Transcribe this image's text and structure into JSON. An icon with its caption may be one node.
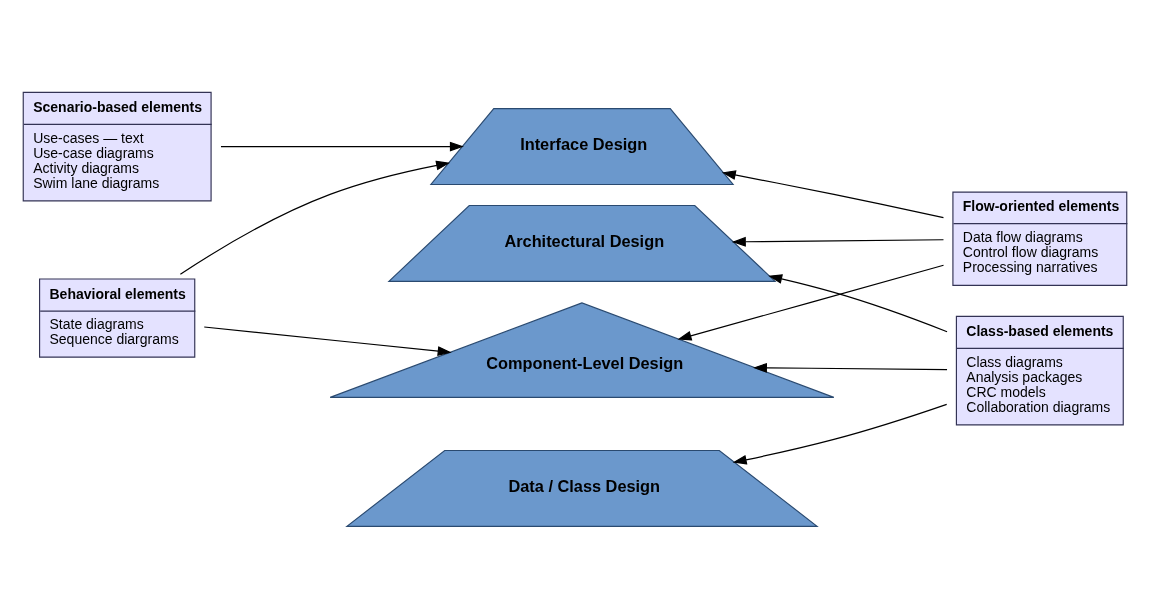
{
  "diagram": {
    "nodes": [
      {
        "text": [
          "Behavioral elements",
          "State diagrams",
          "Sequence diargrams"
        ]
      },
      {
        "text": [
          "Scenario-based elements",
          "Use-cases — text",
          "Use-case diagrams",
          "Activity diagrams",
          "Swim lane diagrams"
        ]
      },
      {
        "text": [
          "Component-Level Design"
        ]
      },
      {
        "text": [
          "Interface Design"
        ]
      },
      {
        "text": [
          "Architectural Design"
        ]
      },
      {
        "text": [
          "Data / Class Design"
        ]
      },
      {
        "text": [
          "Flow-oriented elements",
          "Data flow diagrams",
          "Control flow diagrams",
          "Processing narratives"
        ]
      },
      {
        "text": [
          "Class-based elements",
          "Class diagrams",
          "Analysis packages",
          "CRC models",
          "Collaboration diagrams"
        ]
      }
    ],
    "edges": [
      {
        "from": 0,
        "to": 2,
        "arrow": "to"
      },
      {
        "from": 0,
        "to": 3,
        "arrow": "to"
      },
      {
        "from": 1,
        "to": 3,
        "arrow": "to"
      },
      {
        "from": 6,
        "to": 2,
        "arrow": "to"
      },
      {
        "from": 6,
        "to": 3,
        "arrow": "to"
      },
      {
        "from": 6,
        "to": 4,
        "arrow": "to"
      },
      {
        "from": 7,
        "to": 2,
        "arrow": "to"
      },
      {
        "from": 7,
        "to": 4,
        "arrow": "to"
      },
      {
        "from": 7,
        "to": 5,
        "arrow": "to"
      }
    ]
  }
}
